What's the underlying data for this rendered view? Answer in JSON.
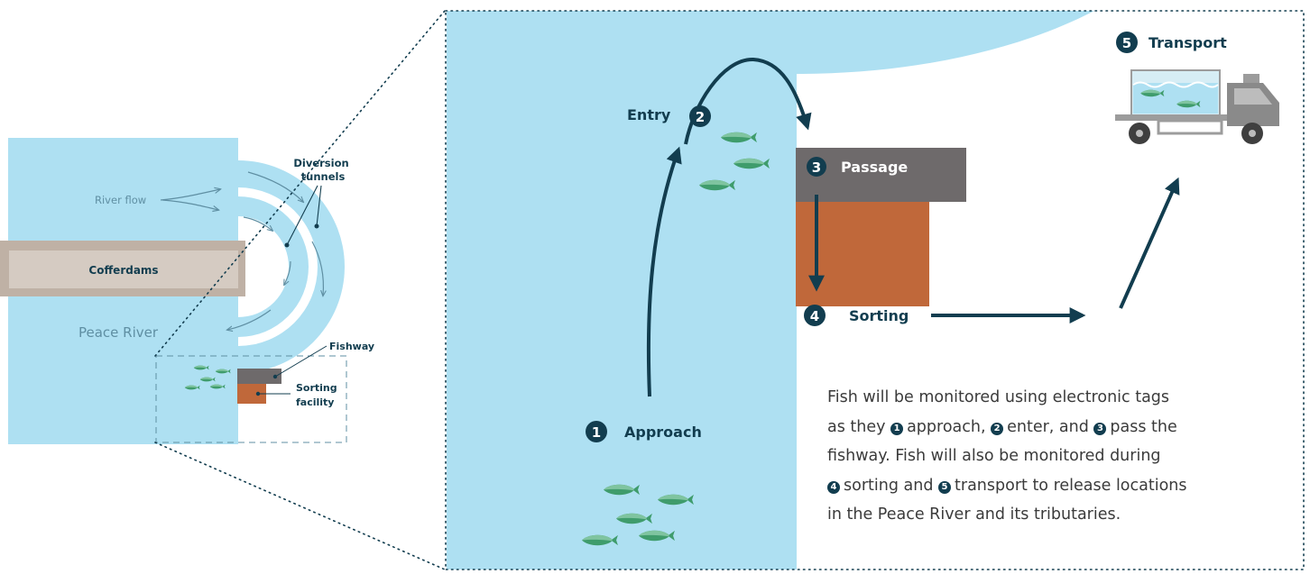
{
  "overview": {
    "river_flow_label": "River flow",
    "tunnels_label_line1": "Diversion",
    "tunnels_label_line2": "tunnels",
    "cofferdams_label": "Cofferdams",
    "river_name_label": "Peace River",
    "fishway_label": "Fishway",
    "sorting_facility_line1": "Sorting",
    "sorting_facility_line2": "facility"
  },
  "steps": [
    {
      "number": "1",
      "label": "Approach"
    },
    {
      "number": "2",
      "label": "Entry"
    },
    {
      "number": "3",
      "label": "Passage"
    },
    {
      "number": "4",
      "label": "Sorting"
    },
    {
      "number": "5",
      "label": "Transport"
    }
  ],
  "description": {
    "line1": "Fish will be monitored using electronic tags",
    "line2_a": "as they",
    "line2_b": "approach,",
    "line2_c": "enter, and",
    "line2_d": "pass the",
    "line3": "fishway. Fish will also be monitored during",
    "line4_a": "sorting and",
    "line4_b": "transport to release locations",
    "line5": "in the Peace River and its tributaries."
  },
  "colors": {
    "water": "#aee0f2",
    "cofferdam": "#bfb1a5",
    "cofferdam_inner": "#d5cbc2",
    "fishway": "#6e6a6b",
    "sorting": "#c0683a",
    "dark_blue": "#123d4f",
    "arrow_blue": "#5f8fa3",
    "fish_green": "#3f9c6c"
  },
  "icons": {
    "fish": "fish-icon",
    "truck": "transport-truck-icon",
    "arrow": "arrow-icon"
  }
}
